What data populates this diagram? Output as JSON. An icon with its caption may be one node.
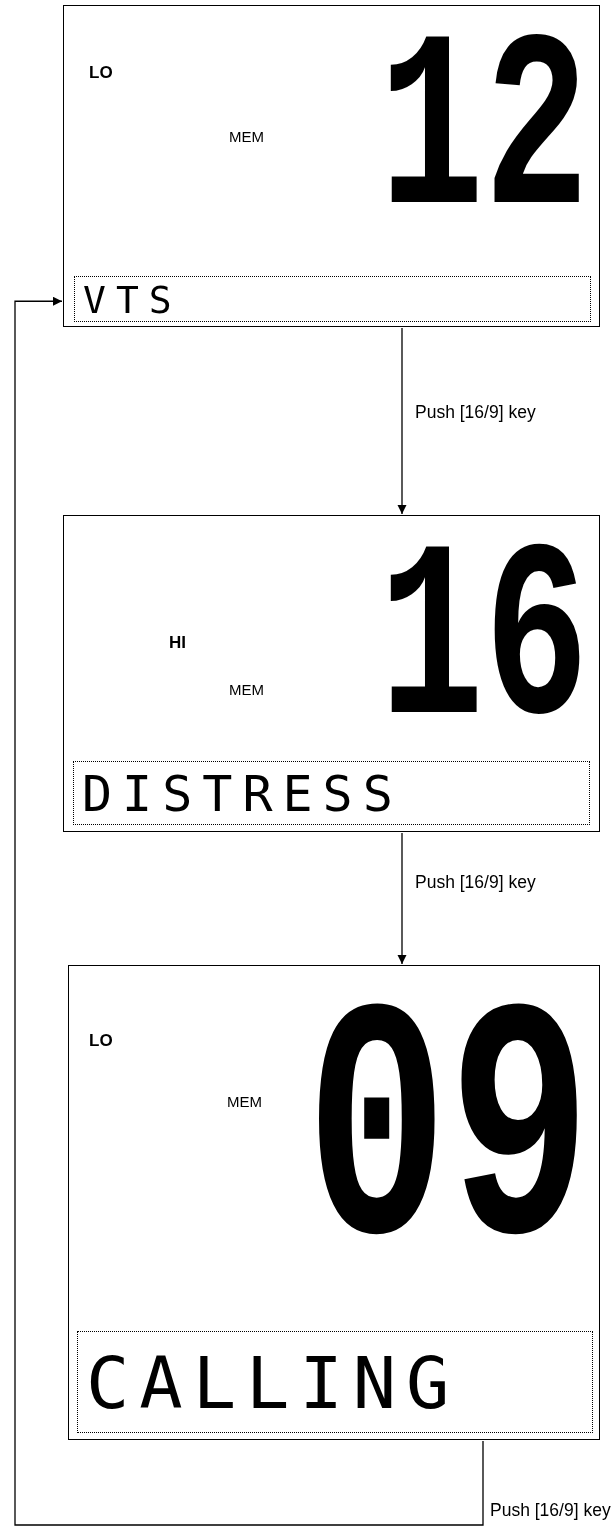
{
  "diagram": {
    "nodes": [
      {
        "text": [
          "LO",
          "MEM",
          "12"
        ]
      },
      {
        "text": [
          "VTS"
        ],
        "in": 0
      },
      {
        "text": [
          "HI",
          "MEM",
          "16"
        ]
      },
      {
        "text": [
          "DISTRESS"
        ],
        "in": 2
      },
      {
        "text": [
          "LO",
          "MEM",
          "09"
        ]
      },
      {
        "text": [
          "CALLING"
        ],
        "in": 4
      }
    ],
    "edges": [
      {
        "from": 0,
        "to": 2,
        "arrow": "to",
        "label": "Push [16/9] key"
      },
      {
        "from": 2,
        "to": 4,
        "arrow": "to",
        "label": "Push [16/9] key"
      },
      {
        "from": 4,
        "to": 0,
        "arrow": "to",
        "label": "Push [16/9] key"
      }
    ]
  }
}
